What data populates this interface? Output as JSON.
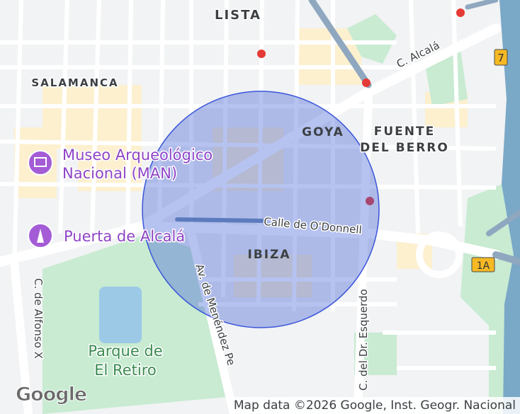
{
  "map": {
    "districts": [
      {
        "id": "lista",
        "label": "LISTA"
      },
      {
        "id": "salamanca",
        "label": "SALAMANCA"
      },
      {
        "id": "goya",
        "label": "GOYA"
      },
      {
        "id": "fuente-del-berro",
        "line1": "FUENTE",
        "line2": "DEL BERRO"
      },
      {
        "id": "ibiza",
        "label": "IBIZA"
      }
    ],
    "pois": [
      {
        "id": "museo",
        "line1": "Museo Arqueológico",
        "line2": "Nacional (MAN)",
        "icon": "museum-icon"
      },
      {
        "id": "puerta",
        "label": "Puerta de Alcalá",
        "icon": "monument-icon"
      }
    ],
    "streets": [
      {
        "id": "c-alcala",
        "label": "C. Alcalá"
      },
      {
        "id": "odonnell",
        "label": "Calle de O'Donnell"
      },
      {
        "id": "menendez",
        "label": "Av. de Menéndez Pe"
      },
      {
        "id": "alfonso",
        "label": "C. de Alfonso X"
      },
      {
        "id": "esquerdo",
        "label": "C. del Dr. Esquerdo"
      }
    ],
    "park": {
      "line1": "Parque de",
      "line2": "El Retiro"
    },
    "highway_shields": [
      {
        "id": "m7",
        "label": "7"
      },
      {
        "id": "a1a",
        "label": "1A"
      }
    ],
    "overlay": {
      "type": "circle",
      "fill": "#3f5fd6",
      "stroke": "#3b55d9"
    },
    "colors": {
      "water": "#7aa8c7",
      "park": "#c8ebd2",
      "land": "#f1f3f4",
      "beige": "#fdf0cf",
      "road": "#ffffff",
      "highway": "#8fa7bf"
    },
    "attribution": "Map data ©2026 Google, Inst. Geogr. Nacional",
    "logo": "Google"
  }
}
